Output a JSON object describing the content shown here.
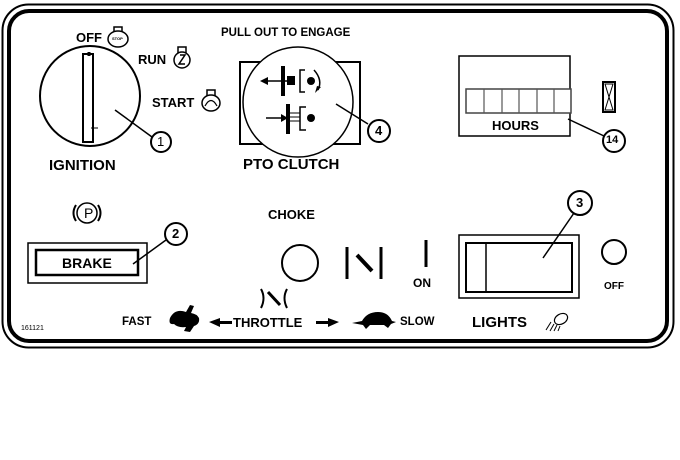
{
  "panel": {
    "figure_id": "161121",
    "ignition": {
      "title": "IGNITION",
      "positions": [
        {
          "label": "OFF",
          "icon": "engine-stop-icon",
          "icon_text": "STOP"
        },
        {
          "label": "RUN",
          "icon": "engine-run-icon"
        },
        {
          "label": "START",
          "icon": "engine-start-icon"
        }
      ],
      "callout": "1"
    },
    "pto": {
      "instruction": "PULL OUT TO ENGAGE",
      "title": "PTO CLUTCH",
      "callout": "4"
    },
    "hour_meter": {
      "title": "HOURS",
      "digit_count": 6,
      "digits": [
        "",
        "",
        "",
        "",
        "",
        ""
      ],
      "icon": "hourglass-icon",
      "callout": "14"
    },
    "brake": {
      "symbol": "P",
      "label": "BRAKE",
      "callout": "2"
    },
    "choke": {
      "title": "CHOKE",
      "on_label": "ON"
    },
    "throttle": {
      "title": "THROTTLE",
      "fast_label": "FAST",
      "slow_label": "SLOW"
    },
    "lights": {
      "title": "LIGHTS",
      "off_label": "OFF",
      "callout": "3"
    }
  }
}
